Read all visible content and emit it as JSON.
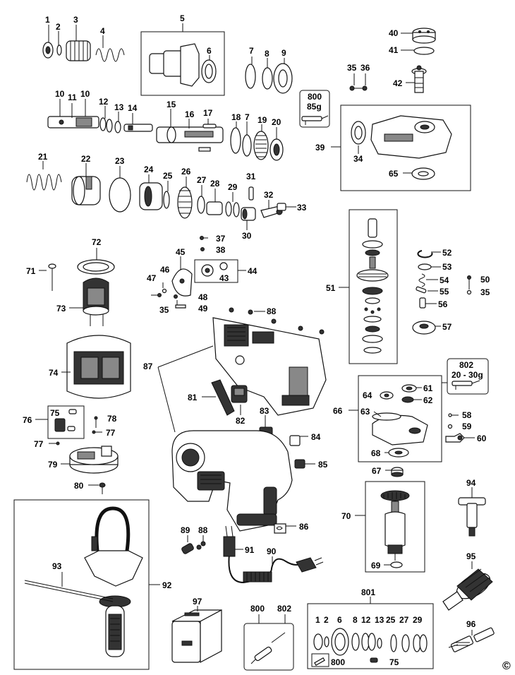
{
  "diagram": {
    "labels": {
      "n1": "1",
      "n2": "2",
      "n3": "3",
      "n4": "4",
      "n5": "5",
      "n6": "6",
      "n7a": "7",
      "n7b": "7",
      "n8": "8",
      "n9": "9",
      "n10a": "10",
      "n10b": "10",
      "n11": "11",
      "n12": "12",
      "n13": "13",
      "n14": "14",
      "n15": "15",
      "n16": "16",
      "n17": "17",
      "n18": "18",
      "n19": "19",
      "n20": "20",
      "n21": "21",
      "n22": "22",
      "n23": "23",
      "n24": "24",
      "n25": "25",
      "n26": "26",
      "n27": "27",
      "n28": "28",
      "n29": "29",
      "n30": "30",
      "n31": "31",
      "n32": "32",
      "n33": "33",
      "n34": "34",
      "n35a": "35",
      "n35b": "35",
      "n35c": "35",
      "n36": "36",
      "n37": "37",
      "n38": "38",
      "n39": "39",
      "n40": "40",
      "n41": "41",
      "n42": "42",
      "n43": "43",
      "n44": "44",
      "n45": "45",
      "n46": "46",
      "n47": "47",
      "n48": "48",
      "n49": "49",
      "n50": "50",
      "n51": "51",
      "n52": "52",
      "n53": "53",
      "n54": "54",
      "n55": "55",
      "n56": "56",
      "n57": "57",
      "n58": "58",
      "n59": "59",
      "n60": "60",
      "n61": "61",
      "n62": "62",
      "n63": "63",
      "n64": "64",
      "n65": "65",
      "n66": "66",
      "n67": "67",
      "n68": "68",
      "n69": "69",
      "n70": "70",
      "n71": "71",
      "n72": "72",
      "n73": "73",
      "n74": "74",
      "n75a": "75",
      "n75b": "75",
      "n76": "76",
      "n77a": "77",
      "n77b": "77",
      "n78": "78",
      "n79": "79",
      "n80": "80",
      "n81": "81",
      "n82": "82",
      "n83": "83",
      "n84": "84",
      "n85": "85",
      "n86": "86",
      "n87": "87",
      "n88a": "88",
      "n88b": "88",
      "n89": "89",
      "n90": "90",
      "n91": "91",
      "n92": "92",
      "n93": "93",
      "n94": "94",
      "n95": "95",
      "n96": "96",
      "n97": "97",
      "n800a": "800",
      "n800b": "800",
      "n800c": "800",
      "n801": "801",
      "n802a": "802",
      "n802b": "802",
      "k1": "1",
      "k2": "2",
      "k6": "6",
      "k8": "8",
      "k12": "12",
      "k13": "13",
      "k25": "25",
      "k27": "27",
      "k29": "29",
      "k75": "75"
    },
    "grease_top": {
      "code": "800",
      "weight": "85g"
    },
    "grease_right": {
      "code": "802",
      "weight": "20 - 30g"
    },
    "copyright": "©"
  }
}
